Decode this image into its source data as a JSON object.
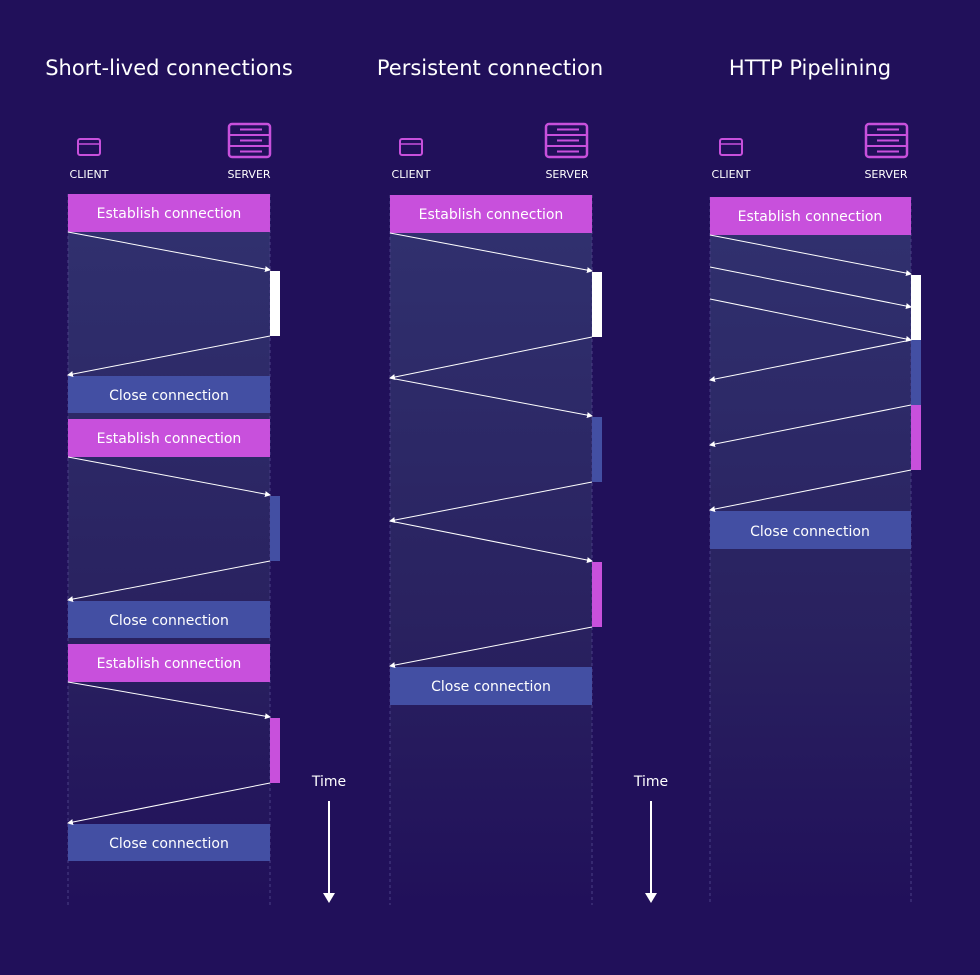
{
  "columns": [
    {
      "title": "Short-lived connections",
      "client": "CLIENT",
      "server": "SERVER",
      "blocks": [
        "Establish connection",
        "Close connection",
        "Establish connection",
        "Close connection",
        "Establish connection",
        "Close connection"
      ]
    },
    {
      "title": "Persistent connection",
      "client": "CLIENT",
      "server": "SERVER",
      "blocks": [
        "Establish connection",
        "Close connection"
      ]
    },
    {
      "title": "HTTP Pipelining",
      "client": "CLIENT",
      "server": "SERVER",
      "blocks": [
        "Establish connection",
        "Close connection"
      ]
    }
  ],
  "time_label": "Time",
  "colors": {
    "background": "#21105a",
    "establish": "#c850dc",
    "close": "#434fa3",
    "panel": "#2e2d6c"
  }
}
